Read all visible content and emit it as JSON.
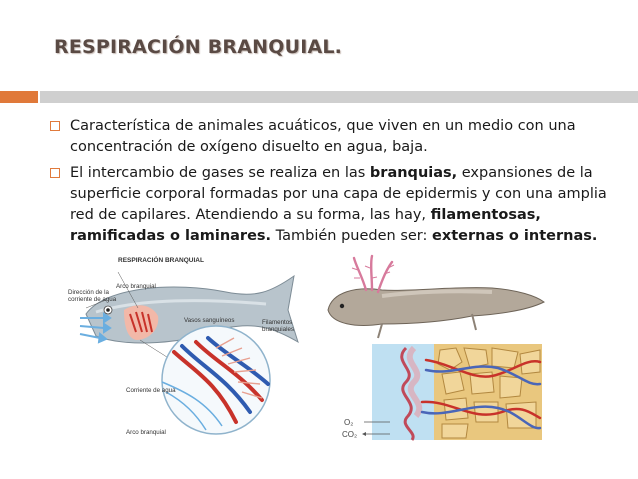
{
  "slide": {
    "title": "RESPIRACIÓN BRANQUIAL.",
    "accent_color": "#e0793a",
    "rule_color": "#cfcfcf",
    "bullet_color": "#e07a3c"
  },
  "bullets": [
    {
      "text": "Característica de animales acuáticos, que viven en un medio con una concentración de oxígeno disuelto en agua, baja."
    },
    {
      "t1": "El intercambio de gases se realiza en las ",
      "b1": "branquias,",
      "t2": " expansiones de la superficie corporal formadas por una capa de epidermis y con una amplia red de capilares. Atendiendo a su forma, las hay, ",
      "b2": "filamentosas, ramificadas o laminares.",
      "t3": " También pueden ser: ",
      "b3": "externas o internas."
    }
  ],
  "figure_left": {
    "header": "RESPIRACIÓN BRANQUIAL",
    "labels": {
      "arco_top": "Arco branquial",
      "direccion_1": "Dirección de la",
      "direccion_2": "corriente de agua",
      "vasos": "Vasos sanguíneos",
      "filamentos_1": "Filamentos",
      "filamentos_2": "branquiales",
      "corriente": "Corriente de agua",
      "arco_bottom": "Arco branquial"
    }
  },
  "figure_right": {
    "o2": "O₂",
    "co2": "CO₂"
  }
}
